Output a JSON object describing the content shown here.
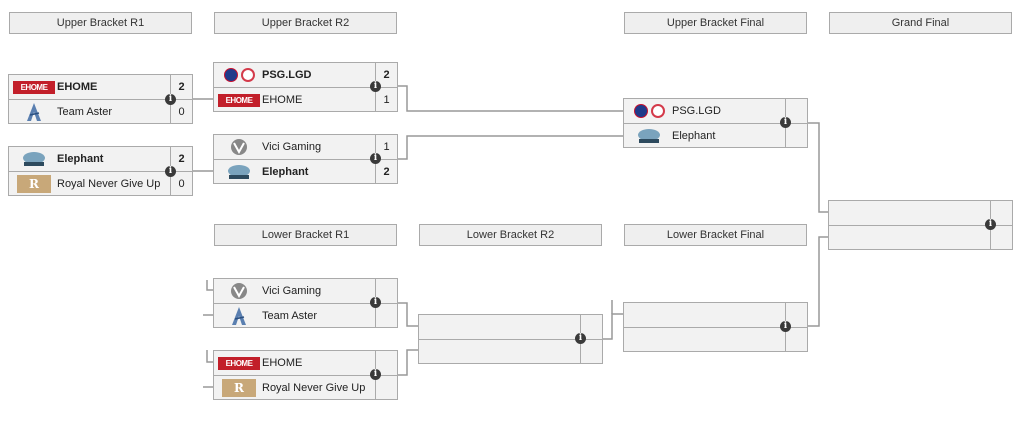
{
  "headers": {
    "ub_r1": "Upper Bracket R1",
    "ub_r2": "Upper Bracket R2",
    "ub_final": "Upper Bracket Final",
    "grand_final": "Grand Final",
    "lb_r1": "Lower Bracket R1",
    "lb_r2": "Lower Bracket R2",
    "lb_final": "Lower Bracket Final"
  },
  "matches": {
    "ub_r1_1": {
      "top": {
        "name": "EHOME",
        "score": "2",
        "logo": "ehome-logo"
      },
      "bot": {
        "name": "Team Aster",
        "score": "0",
        "logo": "aster-logo"
      }
    },
    "ub_r1_2": {
      "top": {
        "name": "Elephant",
        "score": "2",
        "logo": "elephant-logo"
      },
      "bot": {
        "name": "Royal Never Give Up",
        "score": "0",
        "logo": "rng-logo"
      }
    },
    "ub_r2_1": {
      "top": {
        "name": "PSG.LGD",
        "score": "2",
        "logo": "psg-lgd-logo"
      },
      "bot": {
        "name": "EHOME",
        "score": "1",
        "logo": "ehome-logo"
      }
    },
    "ub_r2_2": {
      "top": {
        "name": "Vici Gaming",
        "score": "1",
        "logo": "vici-logo"
      },
      "bot": {
        "name": "Elephant",
        "score": "2",
        "logo": "elephant-logo"
      }
    },
    "ub_final": {
      "top": {
        "name": "PSG.LGD",
        "score": "",
        "logo": "psg-lgd-logo"
      },
      "bot": {
        "name": "Elephant",
        "score": "",
        "logo": "elephant-logo"
      }
    },
    "lb_r1_1": {
      "top": {
        "name": "Vici Gaming",
        "score": "",
        "logo": "vici-logo"
      },
      "bot": {
        "name": "Team Aster",
        "score": "",
        "logo": "aster-logo"
      }
    },
    "lb_r1_2": {
      "top": {
        "name": "EHOME",
        "score": "",
        "logo": "ehome-logo"
      },
      "bot": {
        "name": "Royal Never Give Up",
        "score": "",
        "logo": "rng-logo"
      }
    }
  },
  "logo_text": {
    "ehome": "EHOME",
    "rng": "R"
  },
  "info_glyph": "i",
  "colors": {
    "border": "#aaaaaa",
    "match_bg": "#f2f2f2",
    "header_bg": "#efefef",
    "line": "#999999",
    "ehome": "#c21f2a",
    "rng": "#c8a879"
  }
}
